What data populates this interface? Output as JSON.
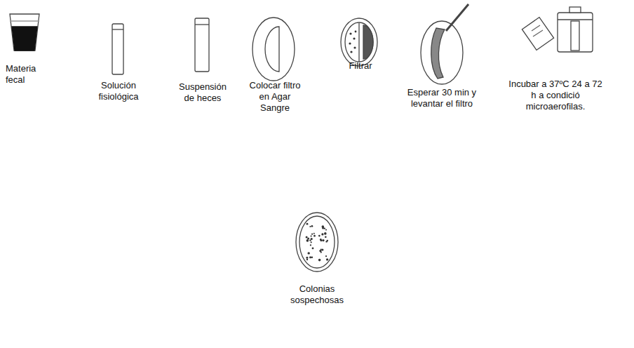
{
  "diagram": {
    "labels": [
      "Materia fecal",
      "Solución fisiológica",
      "Suspensión de heces",
      "Colocar filtro en Agar Sangre",
      "Filtrar",
      "Esperar 30 min y levantar el filtro",
      "Incubar a 37ºC 24 a 72 h a condició microaerofilas.",
      "Colonias sospechosas"
    ]
  }
}
